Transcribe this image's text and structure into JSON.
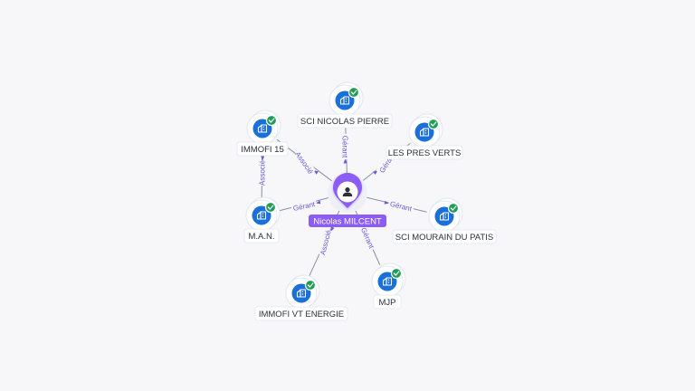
{
  "center": {
    "name": "Nicolas MILCENT",
    "icon": "person-icon",
    "accent": "#8b5cf6"
  },
  "companies": [
    {
      "id": "sci-nicolas-pierre",
      "name": "SCI NICOLAS PIERRE",
      "relation": "Gérant",
      "icon": "building-icon",
      "badge": "check-icon"
    },
    {
      "id": "les-pres-verts",
      "name": "LES PRES VERTS",
      "relation": "Gérant",
      "icon": "building-icon",
      "badge": "check-icon"
    },
    {
      "id": "sci-mourain-du-patis",
      "name": "SCI MOURAIN DU PATIS",
      "relation": "Gérant",
      "icon": "building-icon",
      "badge": "check-icon"
    },
    {
      "id": "mjp",
      "name": "MJP",
      "relation": "Gérant",
      "icon": "building-icon",
      "badge": "check-icon"
    },
    {
      "id": "immofi-vt-energie",
      "name": "IMMOFI VT ENERGIE",
      "relation": "Associé",
      "icon": "building-icon",
      "badge": "check-icon"
    },
    {
      "id": "man",
      "name": "M.A.N.",
      "relation": "Gérant",
      "icon": "building-icon",
      "badge": "check-icon"
    },
    {
      "id": "immofi-15",
      "name": "IMMOFI 15",
      "relation": "Associé",
      "icon": "building-icon",
      "badge": "check-icon"
    }
  ],
  "secondary_links": [
    {
      "from": "immofi-15",
      "to": "man",
      "relation": "Associé"
    }
  ],
  "colors": {
    "company_node": "#1a6fd8",
    "verified_badge": "#1f9d55",
    "edge_label": "#6b5bd2"
  }
}
